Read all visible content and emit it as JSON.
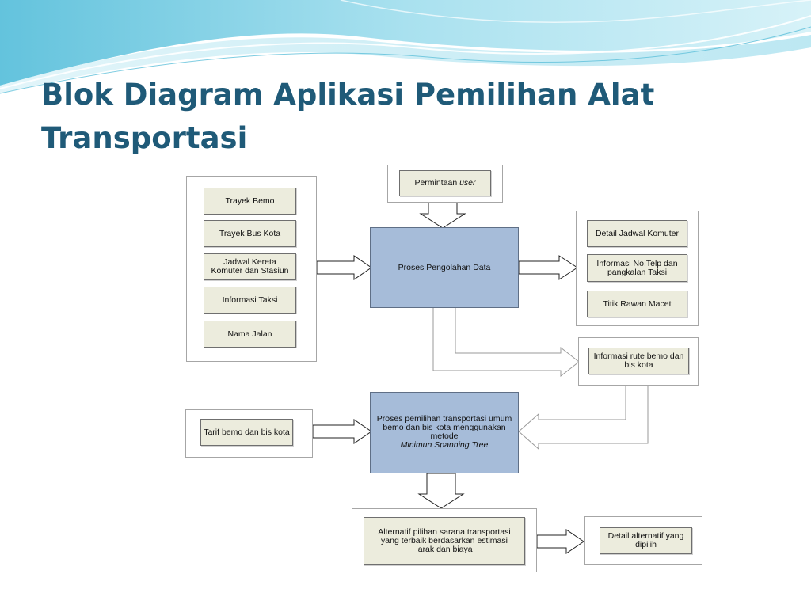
{
  "slide": {
    "title": "Blok Diagram Aplikasi Pemilihan Alat Transportasi"
  },
  "diagram": {
    "request": {
      "text": "Permintaan ",
      "italic": "user"
    },
    "data_sources": [
      "Trayek Bemo",
      "Trayek Bus Kota",
      "Jadwal Kereta Komuter dan Stasiun",
      "Informasi Taksi",
      "Nama Jalan"
    ],
    "process_data": "Proses Pengolahan Data",
    "outputs": [
      "Detail Jadwal Komuter",
      "Informasi No.Telp dan pangkalan Taksi",
      "Titik Rawan Macet"
    ],
    "route_info": "Informasi rute bemo dan bis kota",
    "tariff": "Tarif bemo dan bis kota",
    "process_selection": {
      "text": "Proses pemilihan transportasi umum bemo dan bis kota menggunakan metode",
      "italic": "Minimun Spanning Tree"
    },
    "alternatives": "Alternatif pilihan sarana transportasi yang terbaik berdasarkan estimasi jarak dan biaya",
    "alternative_detail": "Detail alternatif yang dipilih"
  },
  "colors": {
    "title": "#1f5a78",
    "process_fill": "#a6bcd9",
    "box_fill": "#ececdd",
    "wave_light": "#bfe8f3",
    "wave_mid": "#7fd0e6"
  }
}
